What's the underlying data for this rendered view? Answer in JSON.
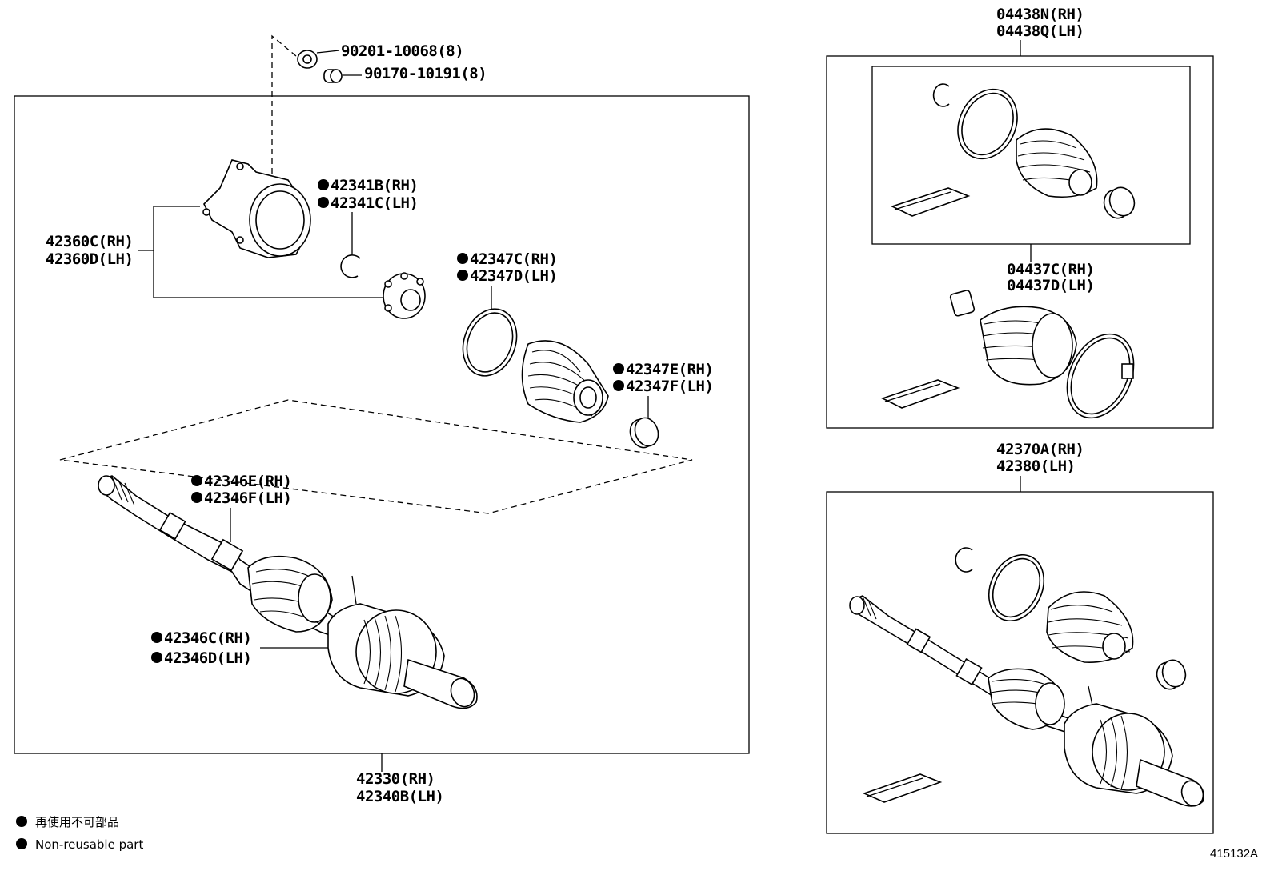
{
  "diagram": {
    "ref_code": "415132A",
    "legend": {
      "line_jp": "再使用不可部品",
      "line_en": "Non-reusable part"
    },
    "labels": {
      "bolt": "90201-10068(8)",
      "nut": "90170-10191(8)",
      "snap_ring_rh": "42341B(RH)",
      "snap_ring_lh": "42341C(LH)",
      "outer_joint_rh": "42360C(RH)",
      "outer_joint_lh": "42360D(LH)",
      "boot_clamp_rh": "42347C(RH)",
      "boot_clamp_lh": "42347D(LH)",
      "boot_clamp2_rh": "42347E(RH)",
      "boot_clamp2_lh": "42347F(LH)",
      "clamp_small_rh": "42346E(RH)",
      "clamp_small_lh": "42346F(LH)",
      "boot_rh": "42346C(RH)",
      "boot_lh": "42346D(LH)",
      "shaft_rh": "42330(RH)",
      "shaft_lh": "42340B(LH)",
      "outer_boot_kit_rh": "04438N(RH)",
      "outer_boot_kit_lh": "04438Q(LH)",
      "inner_boot_kit_rh": "04437C(RH)",
      "inner_boot_kit_lh": "04437D(LH)",
      "shaft_assy_rh": "42370A(RH)",
      "shaft_assy_lh": "42380(LH)"
    }
  }
}
